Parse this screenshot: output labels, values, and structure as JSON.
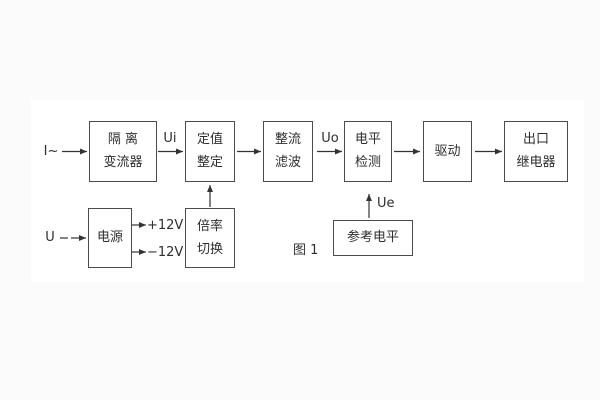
{
  "figure": {
    "caption": "图 1",
    "io_labels": {
      "current_input": "I~",
      "voltage_input": "U",
      "ui": "Ui",
      "uo": "Uo",
      "ue": "Ue",
      "rail_pos": "+12V",
      "rail_neg": "−12V"
    },
    "blocks": {
      "isolation": {
        "line1": "隔 离",
        "line2": "变流器"
      },
      "setting": {
        "line1": "定值",
        "line2": "整定"
      },
      "rectifier_filter": {
        "line1": "整流",
        "line2": "滤波"
      },
      "level_detect": {
        "line1": "电平",
        "line2": "检测"
      },
      "drive": {
        "line1": "驱动"
      },
      "output_relay": {
        "line1": "出口",
        "line2": "继电器"
      },
      "power": {
        "line1": "电源"
      },
      "ratio_switch": {
        "line1": "倍率",
        "line2": "切换"
      },
      "reference_level": {
        "line1": "参考电平"
      }
    },
    "colors": {
      "page_background": "#fbfbfb",
      "canvas_background": "#ffffff",
      "box_border": "#4b4b4b",
      "text": "#2e2e2e",
      "line": "#333333"
    }
  }
}
